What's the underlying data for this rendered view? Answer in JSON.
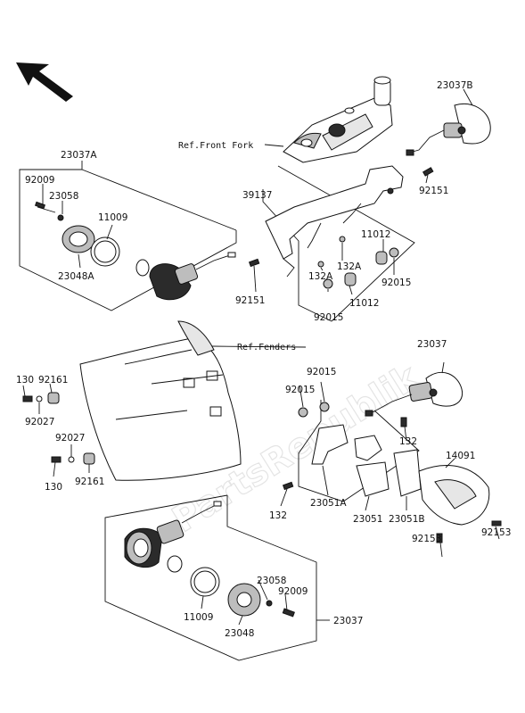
{
  "watermark": "PartsRepublik",
  "references": {
    "front_fork": "Ref.Front Fork",
    "fenders": "Ref.Fenders"
  },
  "labels": {
    "l23037A": "23037A",
    "l23037B": "23037B",
    "l92009a": "92009",
    "l23058a": "23058",
    "l11009a": "11009",
    "l23048A": "23048A",
    "l39137": "39137",
    "l92151a": "92151",
    "l92151b": "92151",
    "l11012a": "11012",
    "l11012b": "11012",
    "l132Aa": "132A",
    "l132Ab": "132A",
    "l92015a": "92015",
    "l92015b": "92015",
    "l92015c": "92015",
    "l92015d": "92015",
    "l130a": "130",
    "l130b": "130",
    "l92161a": "92161",
    "l92161b": "92161",
    "l92027a": "92027",
    "l92027b": "92027",
    "l23037": "23037",
    "l132a": "132",
    "l132b": "132",
    "l14091": "14091",
    "l23051A": "23051A",
    "l23051": "23051",
    "l23051B": "23051B",
    "l92153a": "92153",
    "l92153b": "92153",
    "l11009b": "11009",
    "l23058b": "23058",
    "l92009b": "92009",
    "l23048": "23048",
    "l23037c": "23037"
  }
}
